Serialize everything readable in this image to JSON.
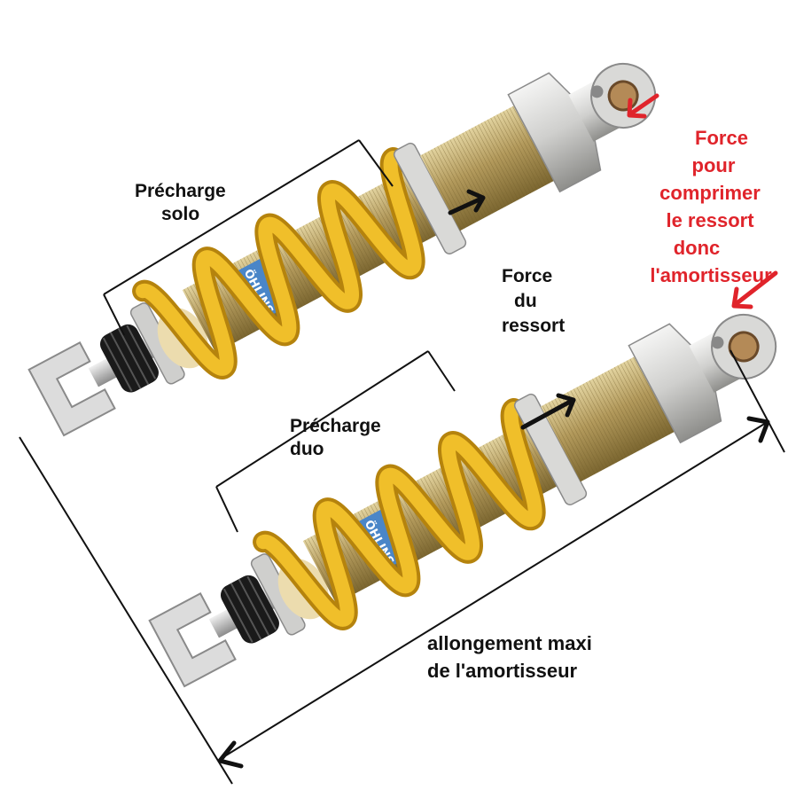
{
  "labels": {
    "precharge_solo": [
      "Précharge",
      "solo"
    ],
    "force_ressort": [
      "Force",
      "du",
      "ressort"
    ],
    "precharge_duo": [
      "Précharge",
      "duo"
    ],
    "force_comprimer": [
      "Force",
      "pour",
      "comprimer",
      "le ressort",
      "donc",
      "l'amortisseur"
    ],
    "allongement": [
      "allongement maxi",
      "de l'amortisseur"
    ]
  },
  "brand": {
    "spring_logo": "ÖHLINS"
  },
  "colors": {
    "spring": "#e8b21c",
    "spring_shadow": "#b5830d",
    "body": "#a98f52",
    "body_light": "#d3c08a",
    "cap": "#cfd0cf",
    "knob": "#1a1a1a",
    "logo_blue": "#4a86c8",
    "annotation_black": "#111111",
    "annotation_red": "#e0242b"
  }
}
